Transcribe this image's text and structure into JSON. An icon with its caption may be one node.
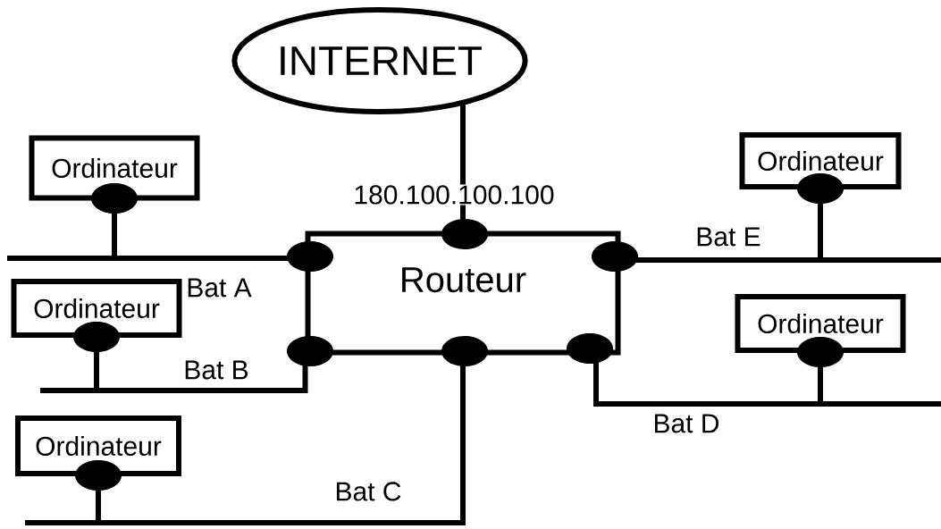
{
  "diagram": {
    "nodes": [
      {
        "text": [
          "INTERNET"
        ]
      },
      {
        "text": [
          "Routeur"
        ]
      },
      {
        "text": [
          "Ordinateur"
        ]
      },
      {
        "text": [
          "Ordinateur"
        ]
      },
      {
        "text": [
          "Ordinateur"
        ]
      },
      {
        "text": [
          "Ordinateur"
        ]
      },
      {
        "text": [
          "Ordinateur"
        ]
      }
    ],
    "edges": [
      {
        "from": 0,
        "to": 1,
        "arrow": "none",
        "label": "180.100.100.100"
      },
      {
        "from": 2,
        "to": 1,
        "arrow": "none",
        "label": "Bat A"
      },
      {
        "from": 3,
        "to": 1,
        "arrow": "none",
        "label": "Bat B"
      },
      {
        "from": 4,
        "to": 1,
        "arrow": "none",
        "label": "Bat C"
      },
      {
        "from": 5,
        "to": 1,
        "arrow": "none",
        "label": "Bat E"
      },
      {
        "from": 6,
        "to": 1,
        "arrow": "none",
        "label": "Bat D"
      }
    ]
  }
}
